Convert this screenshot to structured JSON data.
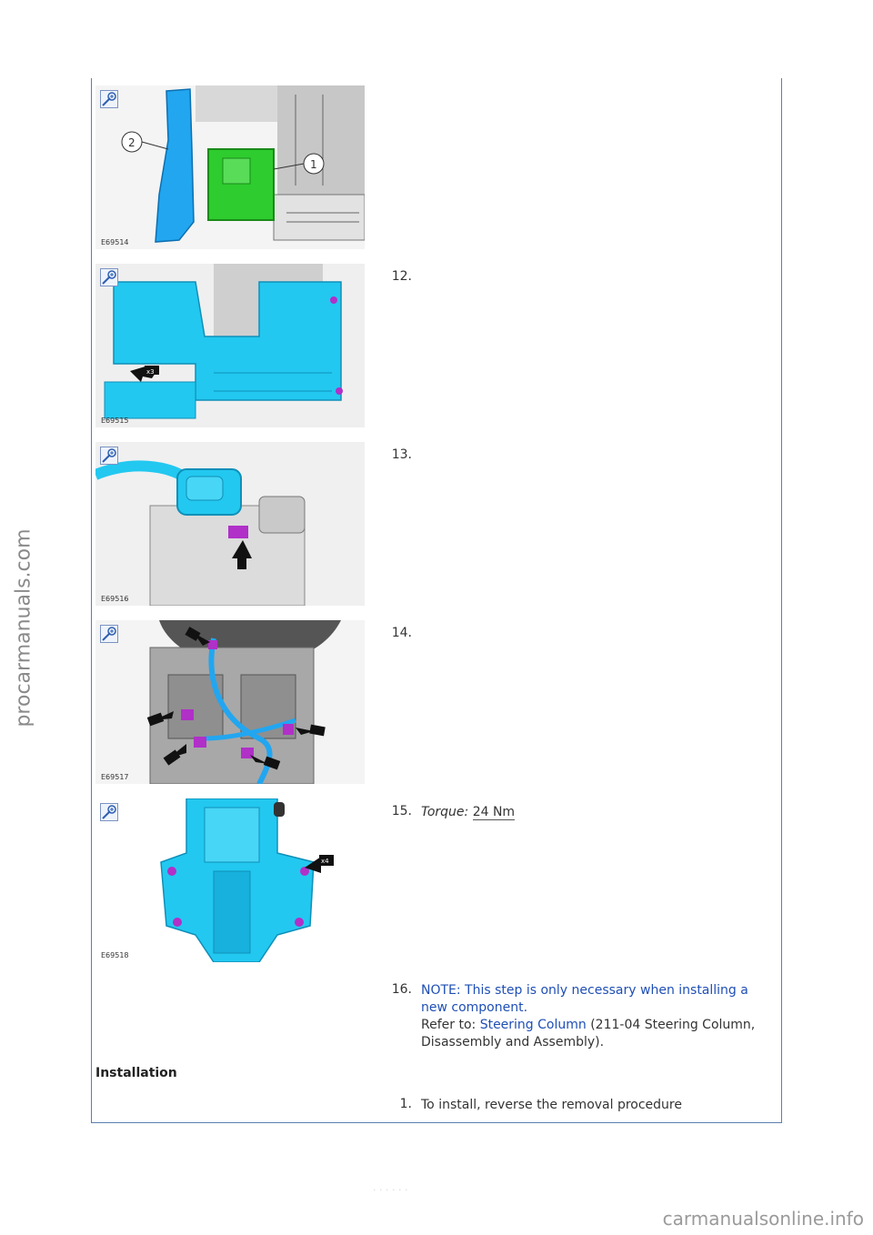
{
  "watermarks": {
    "side": "procarmanuals.com",
    "bottom": "carmanualsonline.info",
    "footer_faint": "· · · · · ·"
  },
  "colors": {
    "frame_border": "#5b7fb0",
    "link": "#1f4fb5",
    "highlight_cyan": "#22c8f0",
    "highlight_green": "#2ecc2e",
    "highlight_purple": "#b030c8"
  },
  "steps": [
    {
      "figure_code": "E69514",
      "number": "",
      "icon": "zoom-icon",
      "callouts": [
        "2",
        "1"
      ]
    },
    {
      "figure_code": "E69515",
      "number": "12.",
      "icon": "zoom-icon",
      "badge": "x3"
    },
    {
      "figure_code": "E69516",
      "number": "13.",
      "icon": "zoom-icon"
    },
    {
      "figure_code": "E69517",
      "number": "14.",
      "icon": "zoom-icon"
    },
    {
      "figure_code": "E69518",
      "number": "15.",
      "icon": "zoom-icon",
      "badge": "x4",
      "torque_label": "Torque:",
      "torque_value": "24 Nm"
    },
    {
      "number": "16.",
      "note": "NOTE: This step is only necessary when installing a new component.",
      "refer_prefix": "Refer to: ",
      "refer_link": "Steering Column",
      "refer_suffix": " (211-04 Steering Column, Disassembly and Assembly)."
    }
  ],
  "installation": {
    "heading": "Installation",
    "steps": [
      {
        "number": "1.",
        "text": "To install, reverse the removal procedure"
      }
    ]
  }
}
